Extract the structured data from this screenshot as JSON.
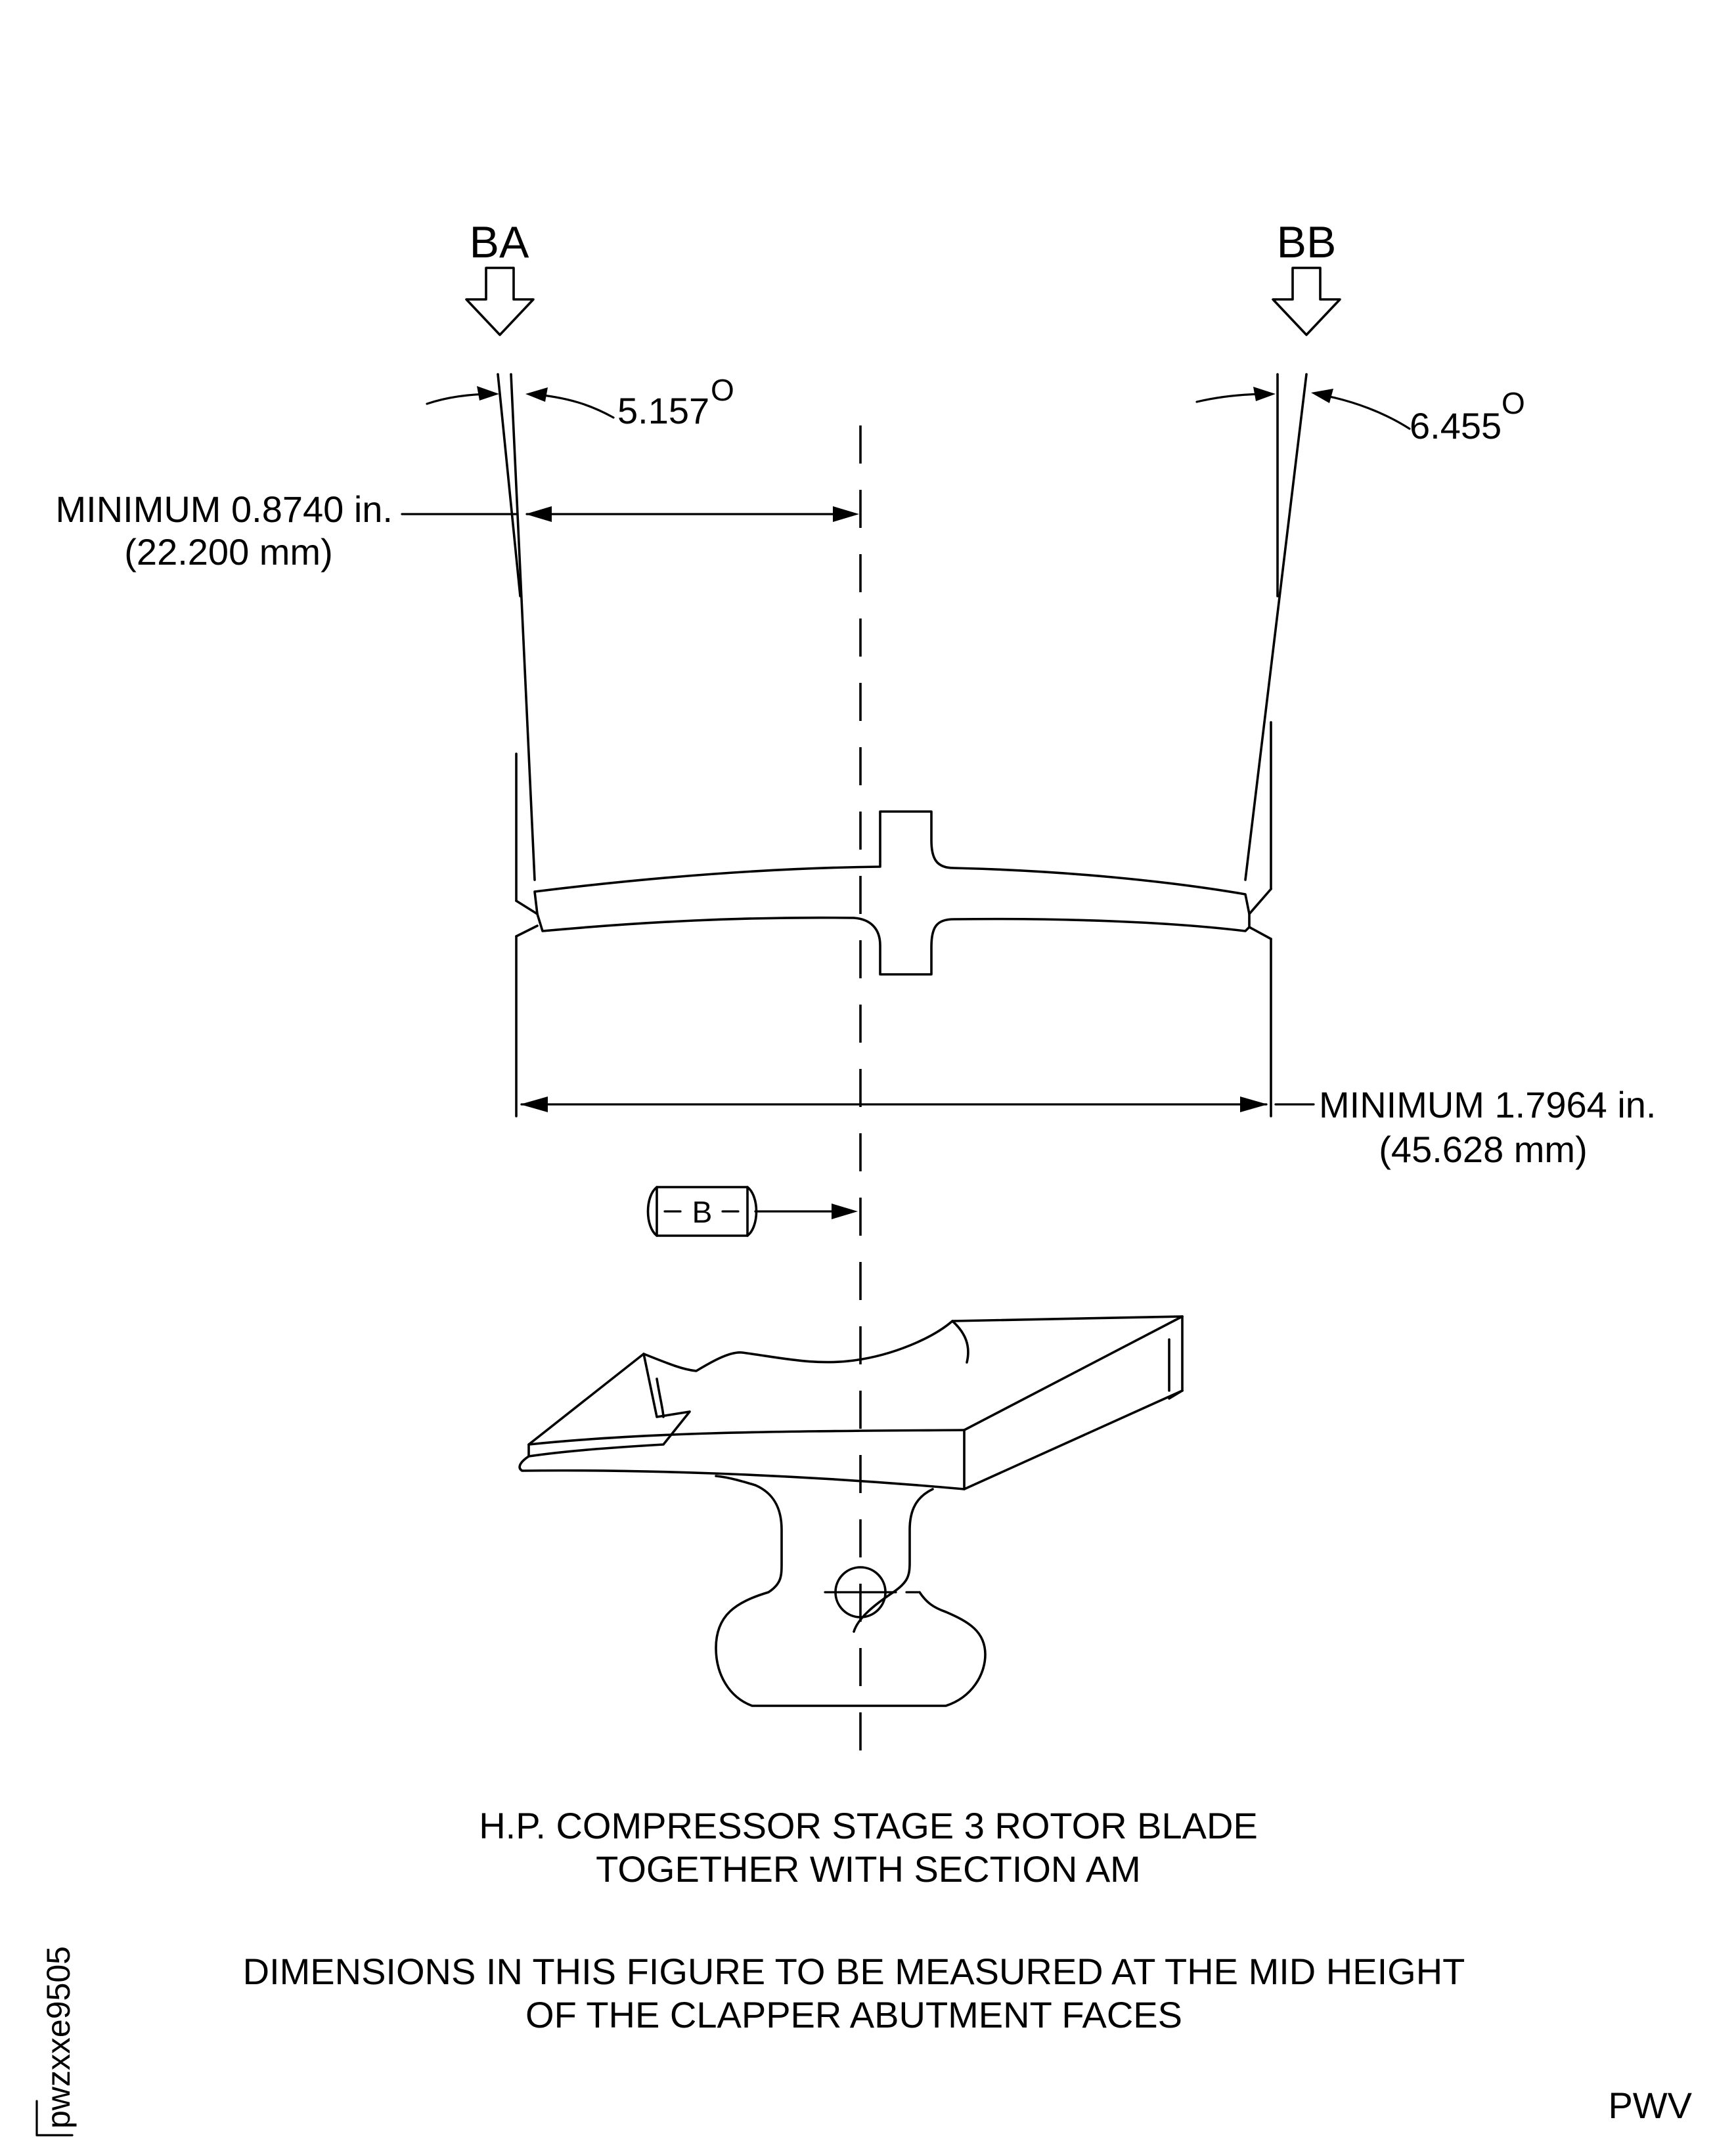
{
  "view_labels": {
    "left": "BA",
    "right": "BB"
  },
  "angles": {
    "left": "5.157",
    "right": "6.455",
    "degree_mark": "O"
  },
  "dim_top": {
    "line1": "MINIMUM 0.8740 in.",
    "line2": "(22.200 mm)"
  },
  "dim_bottom": {
    "line1": "MINIMUM 1.7964 in.",
    "line2": "(45.628 mm)"
  },
  "datum": {
    "letter": "B"
  },
  "caption": {
    "line1": "H.P. COMPRESSOR STAGE 3 ROTOR BLADE",
    "line2": "TOGETHER WITH SECTION AM"
  },
  "note": {
    "line1": "DIMENSIONS IN THIS FIGURE TO BE MEASURED AT THE MID HEIGHT",
    "line2": "OF THE CLAPPER ABUTMENT FACES"
  },
  "figure_id": "pwzxxe9505",
  "footer_code": "PWV"
}
